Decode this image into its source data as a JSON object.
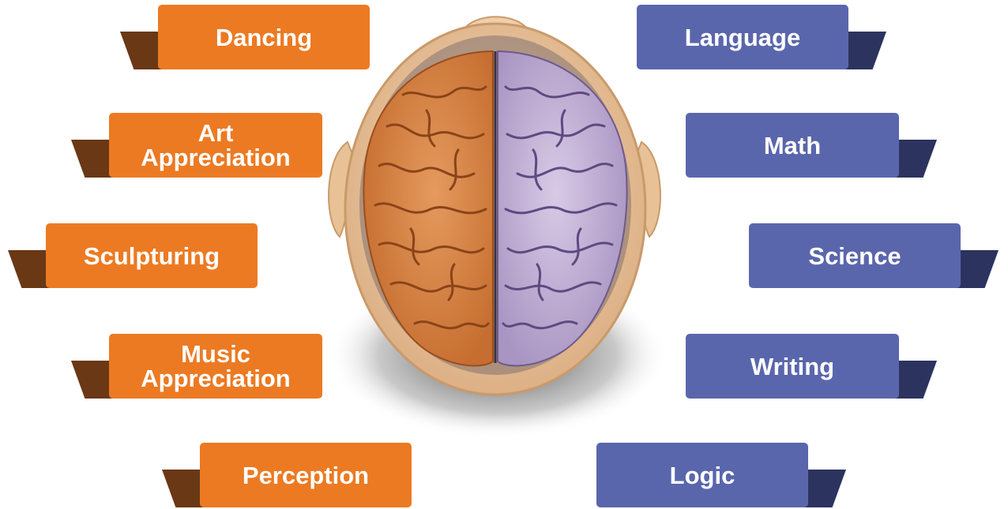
{
  "colors": {
    "left_label": "#EC7A23",
    "left_tab": "#6A3814",
    "right_label": "#5A66AC",
    "right_tab": "#2C335F",
    "left_hemisphere": "#D98A50",
    "right_hemisphere": "#C7B6D6",
    "head": "#F0CFA8"
  },
  "left_labels": [
    "Dancing",
    "Art\nAppreciation",
    "Sculpturing",
    "Music\nAppreciation",
    "Perception"
  ],
  "right_labels": [
    "Language",
    "Math",
    "Science",
    "Writing",
    "Logic"
  ],
  "center_image": "top-view-brain-illustration"
}
